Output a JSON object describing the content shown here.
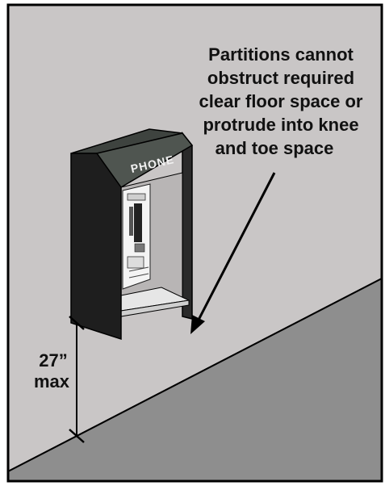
{
  "callout": {
    "lines": [
      "Partitions cannot",
      "obstruct required",
      "clear floor space or",
      "protrude into knee",
      "and toe space"
    ]
  },
  "dimension": {
    "value": "27”",
    "unit": "max"
  },
  "booth": {
    "sign": "PHONE"
  },
  "colors": {
    "wall": "#c9c6c6",
    "floor": "#8e8e8e",
    "partition": "#1e1e1e",
    "hood": "#4f5550",
    "shelf": "#e6e6e6",
    "outline": "#000000"
  },
  "icons": [
    "telephone-icon"
  ]
}
